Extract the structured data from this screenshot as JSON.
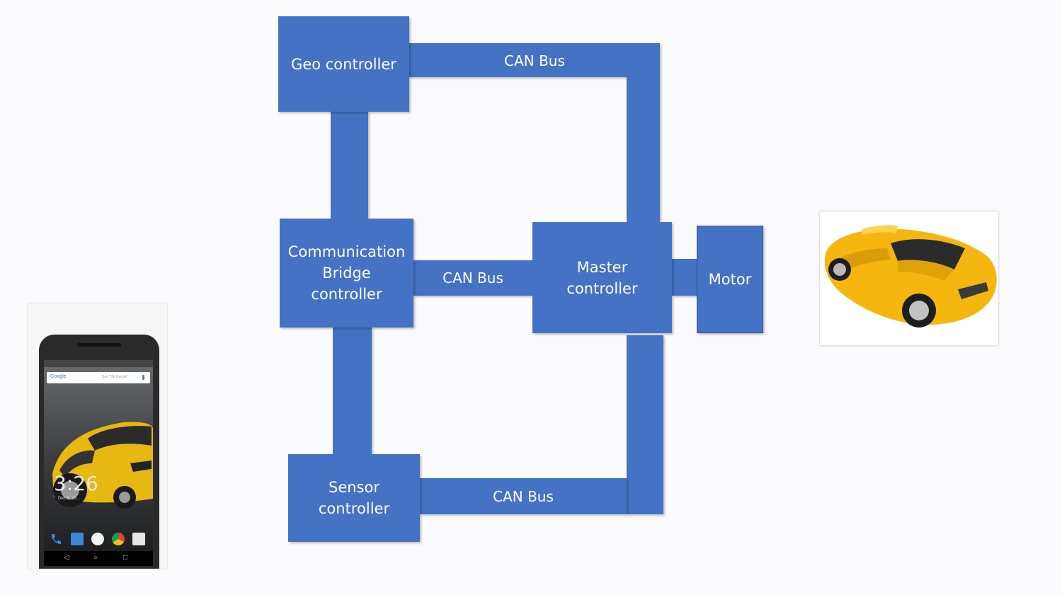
{
  "diagram": {
    "nodes": {
      "geo": "Geo controller",
      "comm": "Communication\nBridge\ncontroller",
      "master": "Master\ncontroller",
      "motor": "Motor",
      "sensor": "Sensor\ncontroller"
    },
    "buses": {
      "top": "CAN Bus",
      "middle": "CAN Bus",
      "bottom": "CAN Bus"
    },
    "colors": {
      "block": "#4472c4",
      "text": "#ffffff",
      "background": "#fbfbfd"
    }
  },
  "phone": {
    "search_brand": "Google",
    "search_hint": "Say \"Ok Google\"",
    "time": "3:26",
    "date": "Dec 8, 20..."
  },
  "car_image": {
    "icon": "yellow-sports-car-icon"
  }
}
